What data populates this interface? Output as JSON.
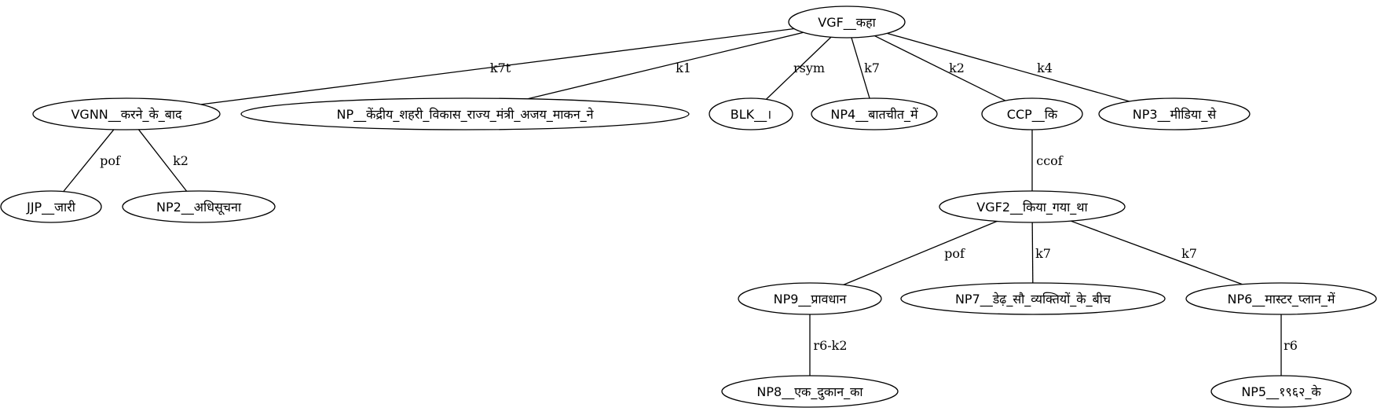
{
  "diagram": {
    "type": "dependency-tree",
    "nodes": [
      {
        "id": "vgf",
        "label": "VGF__कहा"
      },
      {
        "id": "vgnn",
        "label": "VGNN__करने_के_बाद"
      },
      {
        "id": "np",
        "label": "NP__केंद्रीय_शहरी_विकास_राज्य_मंत्री_अजय_माकन_ने"
      },
      {
        "id": "blk",
        "label": "BLK__।"
      },
      {
        "id": "np4",
        "label": "NP4__बातचीत_में"
      },
      {
        "id": "ccp",
        "label": "CCP__कि"
      },
      {
        "id": "np3",
        "label": "NP3__मीडिया_से"
      },
      {
        "id": "jjp",
        "label": "JJP__जारी"
      },
      {
        "id": "np2",
        "label": "NP2__अधिसूचना"
      },
      {
        "id": "vgf2",
        "label": "VGF2__किया_गया_था"
      },
      {
        "id": "np9",
        "label": "NP9__प्रावधान"
      },
      {
        "id": "np7",
        "label": "NP7__डेढ़_सौ_व्यक्तियों_के_बीच"
      },
      {
        "id": "np6",
        "label": "NP6__मास्टर_प्लान_में"
      },
      {
        "id": "np8",
        "label": "NP8__एक_दुकान_का"
      },
      {
        "id": "np5",
        "label": "NP5__१९६२_के"
      }
    ],
    "edges": [
      {
        "from": "vgf",
        "to": "vgnn",
        "label": "k7t"
      },
      {
        "from": "vgf",
        "to": "np",
        "label": "k1"
      },
      {
        "from": "vgf",
        "to": "blk",
        "label": "rsym"
      },
      {
        "from": "vgf",
        "to": "np4",
        "label": "k7"
      },
      {
        "from": "vgf",
        "to": "ccp",
        "label": "k2"
      },
      {
        "from": "vgf",
        "to": "np3",
        "label": "k4"
      },
      {
        "from": "vgnn",
        "to": "jjp",
        "label": "pof"
      },
      {
        "from": "vgnn",
        "to": "np2",
        "label": "k2"
      },
      {
        "from": "ccp",
        "to": "vgf2",
        "label": "ccof"
      },
      {
        "from": "vgf2",
        "to": "np9",
        "label": "pof"
      },
      {
        "from": "vgf2",
        "to": "np7",
        "label": "k7"
      },
      {
        "from": "vgf2",
        "to": "np6",
        "label": "k7"
      },
      {
        "from": "np9",
        "to": "np8",
        "label": "r6-k2"
      },
      {
        "from": "np6",
        "to": "np5",
        "label": "r6"
      }
    ]
  }
}
